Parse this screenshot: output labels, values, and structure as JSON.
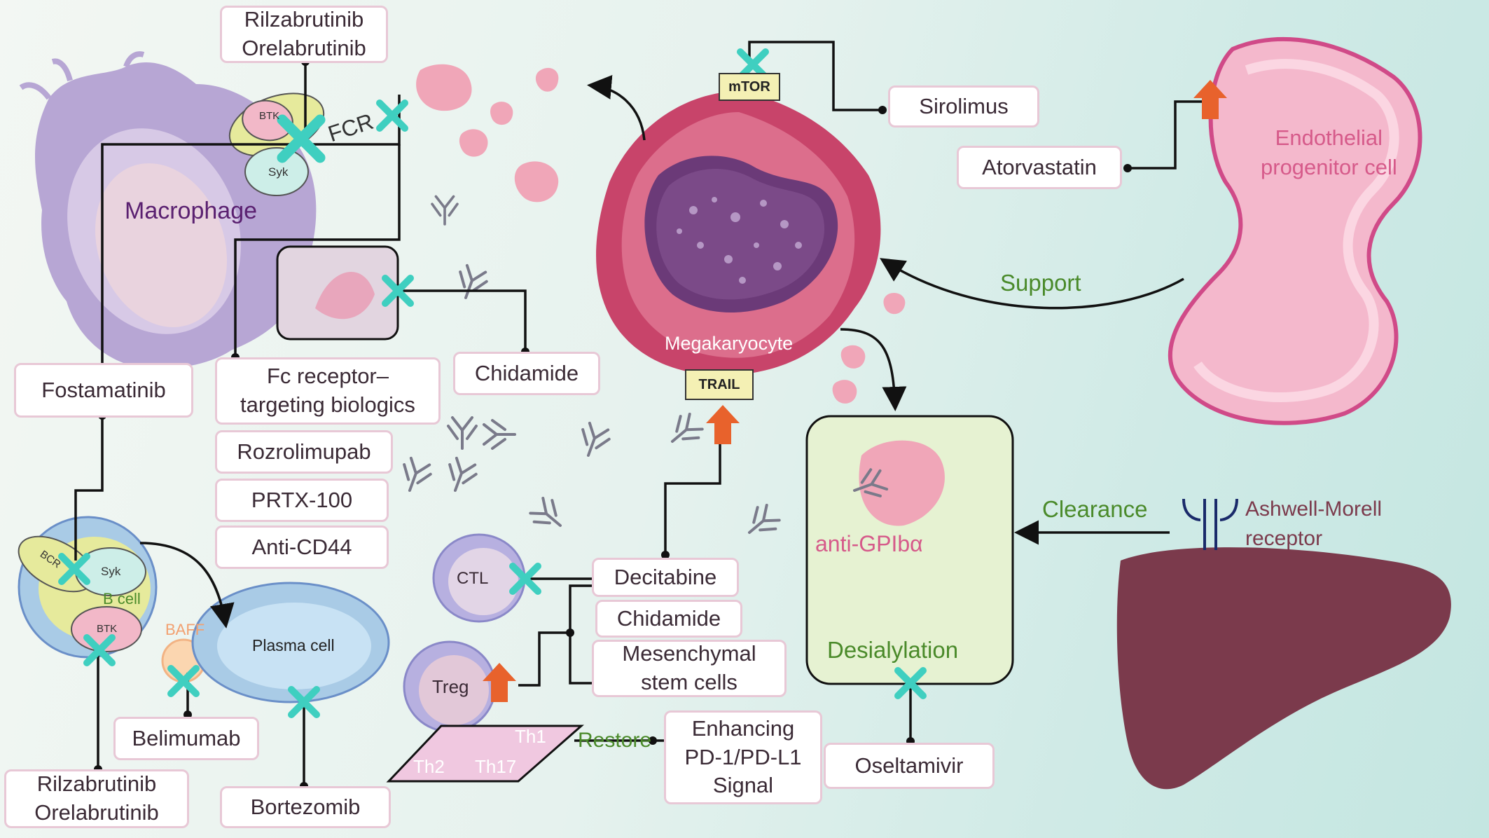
{
  "cells": {
    "macrophage": "Macrophage",
    "megakaryocyte": "Megakaryocyte",
    "endothelial": "Endothelial\nprogenitor cell",
    "b_cell": "B cell",
    "plasma_cell": "Plasma cell",
    "ctl": "CTL",
    "treg": "Treg",
    "ashwell": "Ashwell-Morell\nreceptor"
  },
  "molecules": {
    "btk_macrophage": "BTK",
    "syk_macrophage": "Syk",
    "fcr": "FCR",
    "bcr": "BCR",
    "syk_bcell": "Syk",
    "btk_bcell": "BTK",
    "baff": "BAFF",
    "mtor": "mTOR",
    "trail": "TRAIL",
    "th1": "Th1",
    "th2": "Th2",
    "th17": "Th17",
    "anti_gpiba": "anti-GPIbα"
  },
  "processes": {
    "support": "Support",
    "clearance": "Clearance",
    "desialylation": "Desialylation",
    "restore": "Restore"
  },
  "drugs": {
    "rilza_top": "Rilzabrutinib\nOrelabrutinib",
    "sirolimus": "Sirolimus",
    "atorvastatin": "Atorvastatin",
    "fostamatinib": "Fostamatinib",
    "fc_biologics": "Fc receptor–\ntargeting biologics",
    "chidamide_top": "Chidamide",
    "rozrolimupab": "Rozrolimupab",
    "prtx": "PRTX-100",
    "anti_cd44": "Anti-CD44",
    "decitabine": "Decitabine",
    "chidamide_mid": "Chidamide",
    "msc": "Mesenchymal\nstem cells",
    "enhancing": "Enhancing\nPD-1/PD-L1\nSignal",
    "oseltamivir": "Oseltamivir",
    "belimumab": "Belimumab",
    "bortezomib": "Bortezomib",
    "rilza_bottom": "Rilzabrutinib\nOrelabrutinib"
  },
  "colors": {
    "inhibit_cross": "#3fcfc0",
    "up_arrow": "#e8622c",
    "green_text": "#4a8a2a",
    "box_border": "#e8c8d6",
    "macrophage": "#b7a6d4",
    "megakaryocyte": "#c8446a",
    "liver": "#7b3a4c",
    "endothelial": "#f4b8cc",
    "platelet": "#f0a6b8"
  }
}
